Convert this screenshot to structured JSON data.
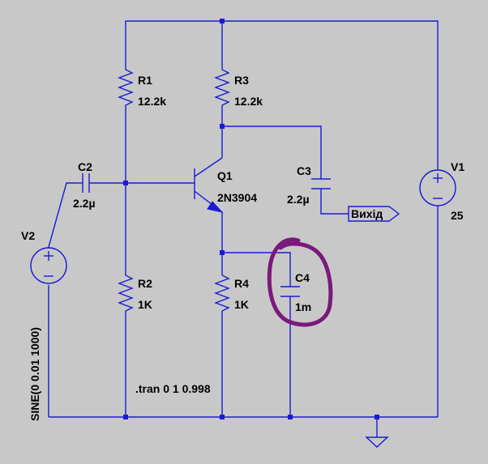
{
  "components": {
    "R1": {
      "name": "R1",
      "value": "12.2k"
    },
    "R2": {
      "name": "R2",
      "value": "1K"
    },
    "R3": {
      "name": "R3",
      "value": "12.2k"
    },
    "R4": {
      "name": "R4",
      "value": "1K"
    },
    "C2": {
      "name": "C2",
      "value": "2.2µ"
    },
    "C3": {
      "name": "C3",
      "value": "2.2µ"
    },
    "C4": {
      "name": "C4",
      "value": "1m"
    },
    "Q1": {
      "name": "Q1",
      "value": "2N3904"
    },
    "V1": {
      "name": "V1",
      "value": "25"
    },
    "V2": {
      "name": "V2",
      "value": "SINE(0 0.01 1000)"
    }
  },
  "output_label": "Вихід",
  "directive": ".tran 0 1 0.998",
  "colors": {
    "background": "#c8c8c8",
    "wire": "#1a1ad6",
    "annotation": "#7a1a7a",
    "text": "#000000"
  }
}
